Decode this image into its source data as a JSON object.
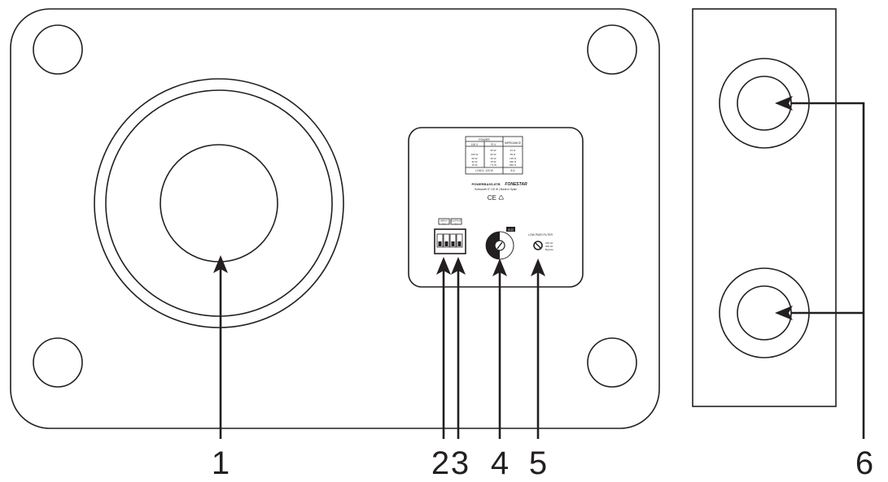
{
  "callouts": [
    "1",
    "2",
    "3",
    "4",
    "5",
    "6"
  ],
  "label_plate": {
    "power_header": "POWER",
    "impedance_header": "IMPEDANCE",
    "col_100v": "100 V",
    "col_70v": "70 V",
    "rows_100v": [
      "-",
      "100 W",
      "60 W",
      "30 W",
      "15 W"
    ],
    "rows_70v": [
      "60 W",
      "50 W",
      "30 W",
      "15 W",
      "7,5 W"
    ],
    "rows_impedance": [
      "67 Ω",
      "83 Ω",
      "135 Ω",
      "330 Ω",
      "660 Ω"
    ],
    "low_z": "LOW-Z: 120 W",
    "low_z_ohm": "8 Ω",
    "model": "POWERBASS-8TB",
    "brand": "FONESTAR",
    "origin": "Subwoofer 8\" 120 W | Made in Spain",
    "marks": "CE ♺"
  },
  "terminals": {
    "input": "INPUT",
    "output": "OUTPUT",
    "polarity": "+ −"
  },
  "selector": {
    "label": "8 Ω"
  },
  "filter": {
    "title": "LOW PASS FILTER",
    "options": [
      "150 Hz",
      "300 Hz",
      "Bypass"
    ]
  }
}
